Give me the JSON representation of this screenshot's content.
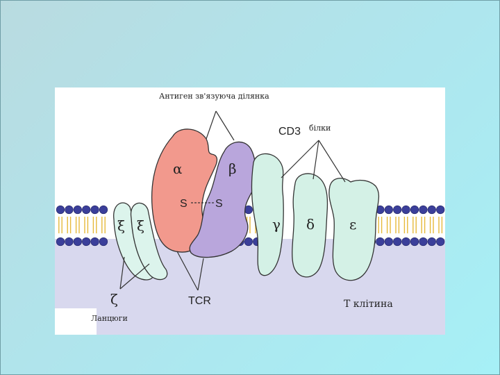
{
  "diagram": {
    "labels": {
      "antigen_binding_site": "Антиген зв'язуюча ділянка",
      "cd3": "CD3",
      "cd3_proteins": "білки",
      "alpha": "α",
      "beta": "β",
      "disulfide_left": "S",
      "disulfide_right": "S",
      "xi_left": "ξ",
      "xi_right": "ξ",
      "gamma": "γ",
      "delta": "δ",
      "epsilon": "ε",
      "zeta": "ζ",
      "chains": "Ланцюги",
      "tcr": "TCR",
      "t_cell": "Т клітина"
    },
    "colors": {
      "alpha_chain": "#f2998d",
      "beta_chain": "#b9a6dc",
      "cd3_chains": "#d4f1e6",
      "zeta_chains": "#dcf4ec",
      "membrane_head": "#3b3f9a",
      "membrane_tail": "#e6b93a",
      "cytoplasm": "#d8d8ee"
    }
  }
}
